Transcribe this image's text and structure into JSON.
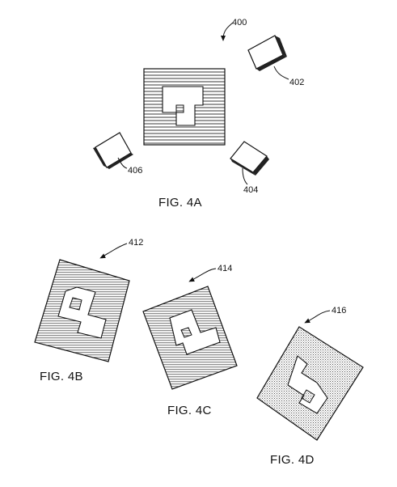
{
  "figures": {
    "fig_4a": {
      "caption": "FIG. 4A",
      "ref_main": "400",
      "ref_a": "402",
      "ref_b": "404",
      "ref_c": "406"
    },
    "fig_4b": {
      "caption": "FIG. 4B",
      "ref": "412"
    },
    "fig_4c": {
      "caption": "FIG. 4C",
      "ref": "414"
    },
    "fig_4d": {
      "caption": "FIG. 4D",
      "ref": "416"
    }
  }
}
